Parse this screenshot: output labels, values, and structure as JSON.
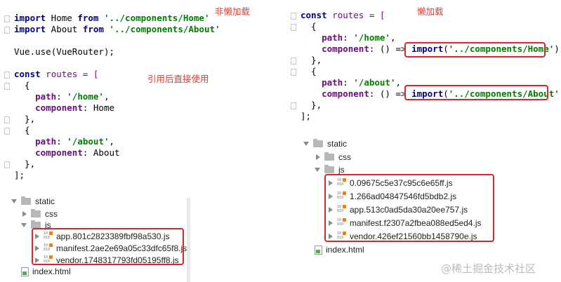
{
  "left_code": {
    "annotation_title": "非懒加载",
    "annotation_usage": "引用后直接使用",
    "lines": [
      {
        "tokens": [
          {
            "t": "import",
            "c": "kw"
          },
          {
            "t": " Home ",
            "c": "muted"
          },
          {
            "t": "from",
            "c": "kw"
          },
          {
            "t": " ",
            "c": "muted"
          },
          {
            "t": "'../components/Home'",
            "c": "str"
          }
        ]
      },
      {
        "tokens": [
          {
            "t": "import",
            "c": "kw"
          },
          {
            "t": " About ",
            "c": "muted"
          },
          {
            "t": "from",
            "c": "kw"
          },
          {
            "t": " ",
            "c": "muted"
          },
          {
            "t": "'../components/About'",
            "c": "str"
          }
        ]
      },
      {
        "tokens": []
      },
      {
        "tokens": [
          {
            "t": "Vue.",
            "c": "muted"
          },
          {
            "t": "use",
            "c": "fn"
          },
          {
            "t": "(VueRouter);",
            "c": "muted"
          }
        ]
      },
      {
        "tokens": []
      },
      {
        "tokens": [
          {
            "t": "const",
            "c": "kw"
          },
          {
            "t": " routes = [",
            "c": "var"
          }
        ]
      },
      {
        "tokens": [
          {
            "t": "  {",
            "c": "muted"
          }
        ]
      },
      {
        "tokens": [
          {
            "t": "    ",
            "c": "muted"
          },
          {
            "t": "path",
            "c": "prop"
          },
          {
            "t": ": ",
            "c": "muted"
          },
          {
            "t": "'/home'",
            "c": "str"
          },
          {
            "t": ",",
            "c": "muted"
          }
        ]
      },
      {
        "tokens": [
          {
            "t": "    ",
            "c": "muted"
          },
          {
            "t": "component",
            "c": "prop"
          },
          {
            "t": ": Home",
            "c": "muted"
          }
        ]
      },
      {
        "tokens": [
          {
            "t": "  },",
            "c": "muted"
          }
        ]
      },
      {
        "tokens": [
          {
            "t": "  {",
            "c": "muted"
          }
        ]
      },
      {
        "tokens": [
          {
            "t": "    ",
            "c": "muted"
          },
          {
            "t": "path",
            "c": "prop"
          },
          {
            "t": ": ",
            "c": "muted"
          },
          {
            "t": "'/about'",
            "c": "str"
          },
          {
            "t": ",",
            "c": "muted"
          }
        ]
      },
      {
        "tokens": [
          {
            "t": "    ",
            "c": "muted"
          },
          {
            "t": "component",
            "c": "prop"
          },
          {
            "t": ": About",
            "c": "muted"
          }
        ]
      },
      {
        "tokens": [
          {
            "t": "  },",
            "c": "muted"
          }
        ]
      },
      {
        "tokens": [
          {
            "t": "];",
            "c": "muted"
          }
        ]
      }
    ]
  },
  "right_code": {
    "annotation_title": "懒加载",
    "lines": [
      {
        "tokens": [
          {
            "t": "const",
            "c": "kw"
          },
          {
            "t": " routes = [",
            "c": "var"
          }
        ]
      },
      {
        "tokens": [
          {
            "t": "  {",
            "c": "muted"
          }
        ]
      },
      {
        "tokens": [
          {
            "t": "    ",
            "c": "muted"
          },
          {
            "t": "path",
            "c": "prop"
          },
          {
            "t": ": ",
            "c": "muted"
          },
          {
            "t": "'/home'",
            "c": "str"
          },
          {
            "t": ",",
            "c": "muted"
          }
        ]
      },
      {
        "tokens": [
          {
            "t": "    ",
            "c": "muted"
          },
          {
            "t": "component",
            "c": "prop"
          },
          {
            "t": ": () => ",
            "c": "muted"
          },
          {
            "t": "import",
            "c": "kw"
          },
          {
            "t": "(",
            "c": "muted"
          },
          {
            "t": "'../components/Home'",
            "c": "str"
          },
          {
            "t": ")",
            "c": "muted"
          }
        ]
      },
      {
        "tokens": [
          {
            "t": "  },",
            "c": "muted"
          }
        ]
      },
      {
        "tokens": [
          {
            "t": "  {",
            "c": "muted"
          }
        ]
      },
      {
        "tokens": [
          {
            "t": "    ",
            "c": "muted"
          },
          {
            "t": "path",
            "c": "prop"
          },
          {
            "t": ": ",
            "c": "muted"
          },
          {
            "t": "'/about'",
            "c": "str"
          },
          {
            "t": ",",
            "c": "muted"
          }
        ]
      },
      {
        "tokens": [
          {
            "t": "    ",
            "c": "muted"
          },
          {
            "t": "component",
            "c": "prop"
          },
          {
            "t": ": () => ",
            "c": "muted"
          },
          {
            "t": "import",
            "c": "kw"
          },
          {
            "t": "(",
            "c": "muted"
          },
          {
            "t": "'../components/About'",
            "c": "str"
          },
          {
            "t": ")",
            "c": "muted"
          }
        ]
      },
      {
        "tokens": [
          {
            "t": "  },",
            "c": "muted"
          }
        ]
      },
      {
        "tokens": [
          {
            "t": "];",
            "c": "muted"
          }
        ]
      }
    ]
  },
  "left_tree": {
    "root": "static",
    "css": "css",
    "js": "js",
    "files": [
      "app.801c2823389fbf98a530.js",
      "manifest.2ae2e69a05c33dfc65f8.js",
      "vendor.1748317793fd05195ff8.js"
    ],
    "index": "index.html"
  },
  "right_tree": {
    "root": "static",
    "css": "css",
    "js": "js",
    "files": [
      "0.09675c5e37c95c6e65ff.js",
      "1.266ad04847546fd5bdb2.js",
      "app.513c0ad5da30a20ee757.js",
      "manifest.f2307a2fbea088ed5ed4.js",
      "vendor.426ef21560bb1458790e.js"
    ],
    "index": "index.html"
  },
  "watermark": "@稀土掘金技术社区",
  "colors": {
    "highlight_box": "#d9262c",
    "annotation": "#e23b2e"
  }
}
